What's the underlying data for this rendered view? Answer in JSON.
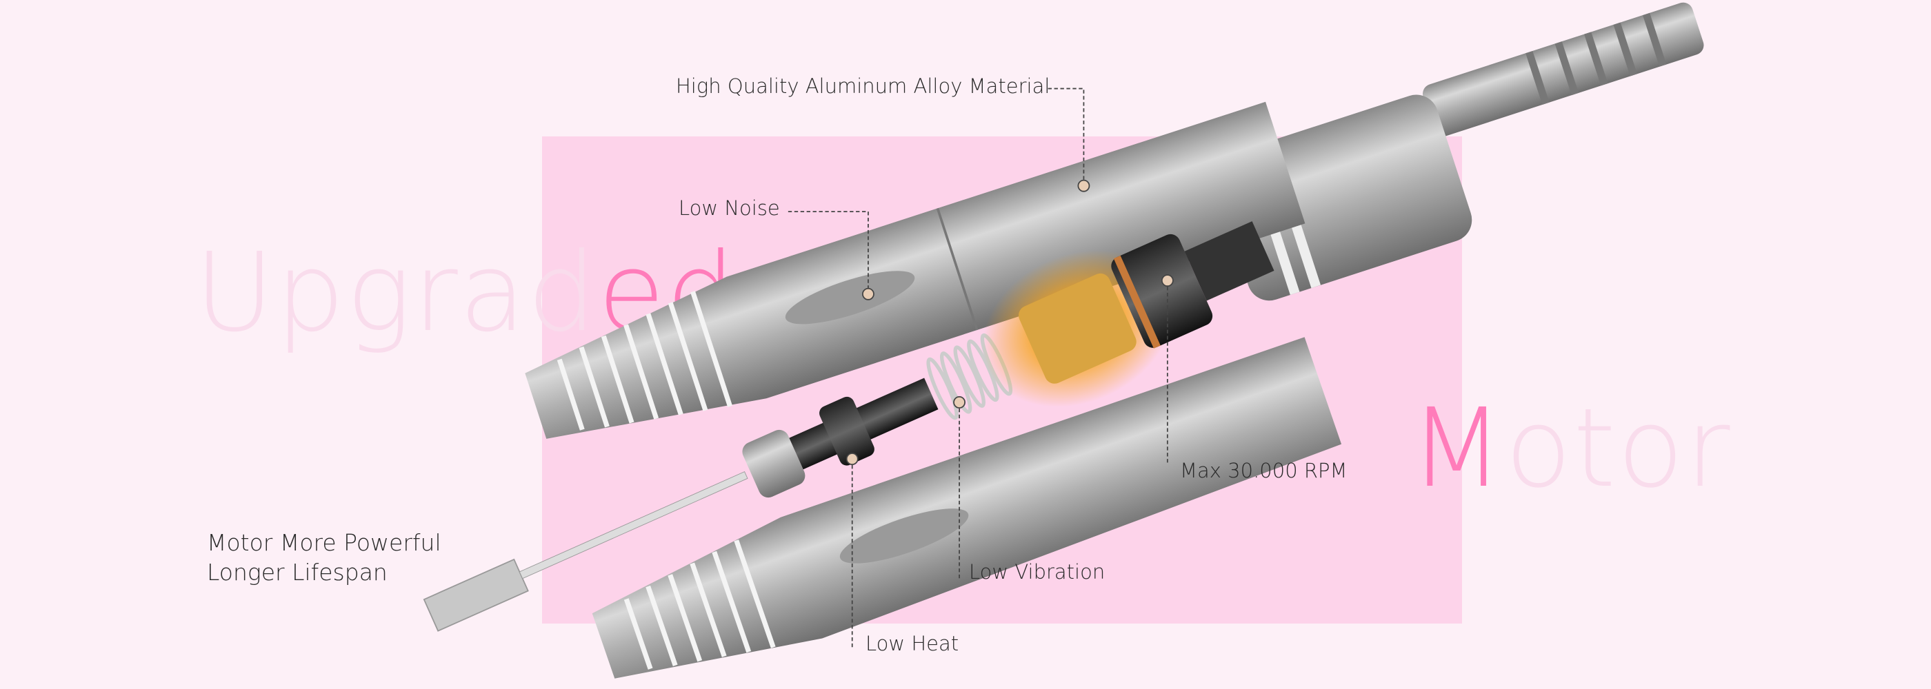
{
  "headline": {
    "word1_plain": "Upgrad",
    "word1_accent": "ed",
    "word2_accent": "M",
    "word2_plain": "otor"
  },
  "features": {
    "material": "High Quality Aluminum Alloy Material",
    "noise": "Low Noise",
    "rpm": "Max 30.000 RPM",
    "power_line1": "Motor More Powerful",
    "power_line2": "Longer Lifespan",
    "vibration": "Low Vibration",
    "heat": "Low Heat"
  },
  "colors": {
    "background": "#fdf0f7",
    "panel": "#fdd3ea",
    "accent": "#ff7cba",
    "faded": "#f9dcec"
  }
}
